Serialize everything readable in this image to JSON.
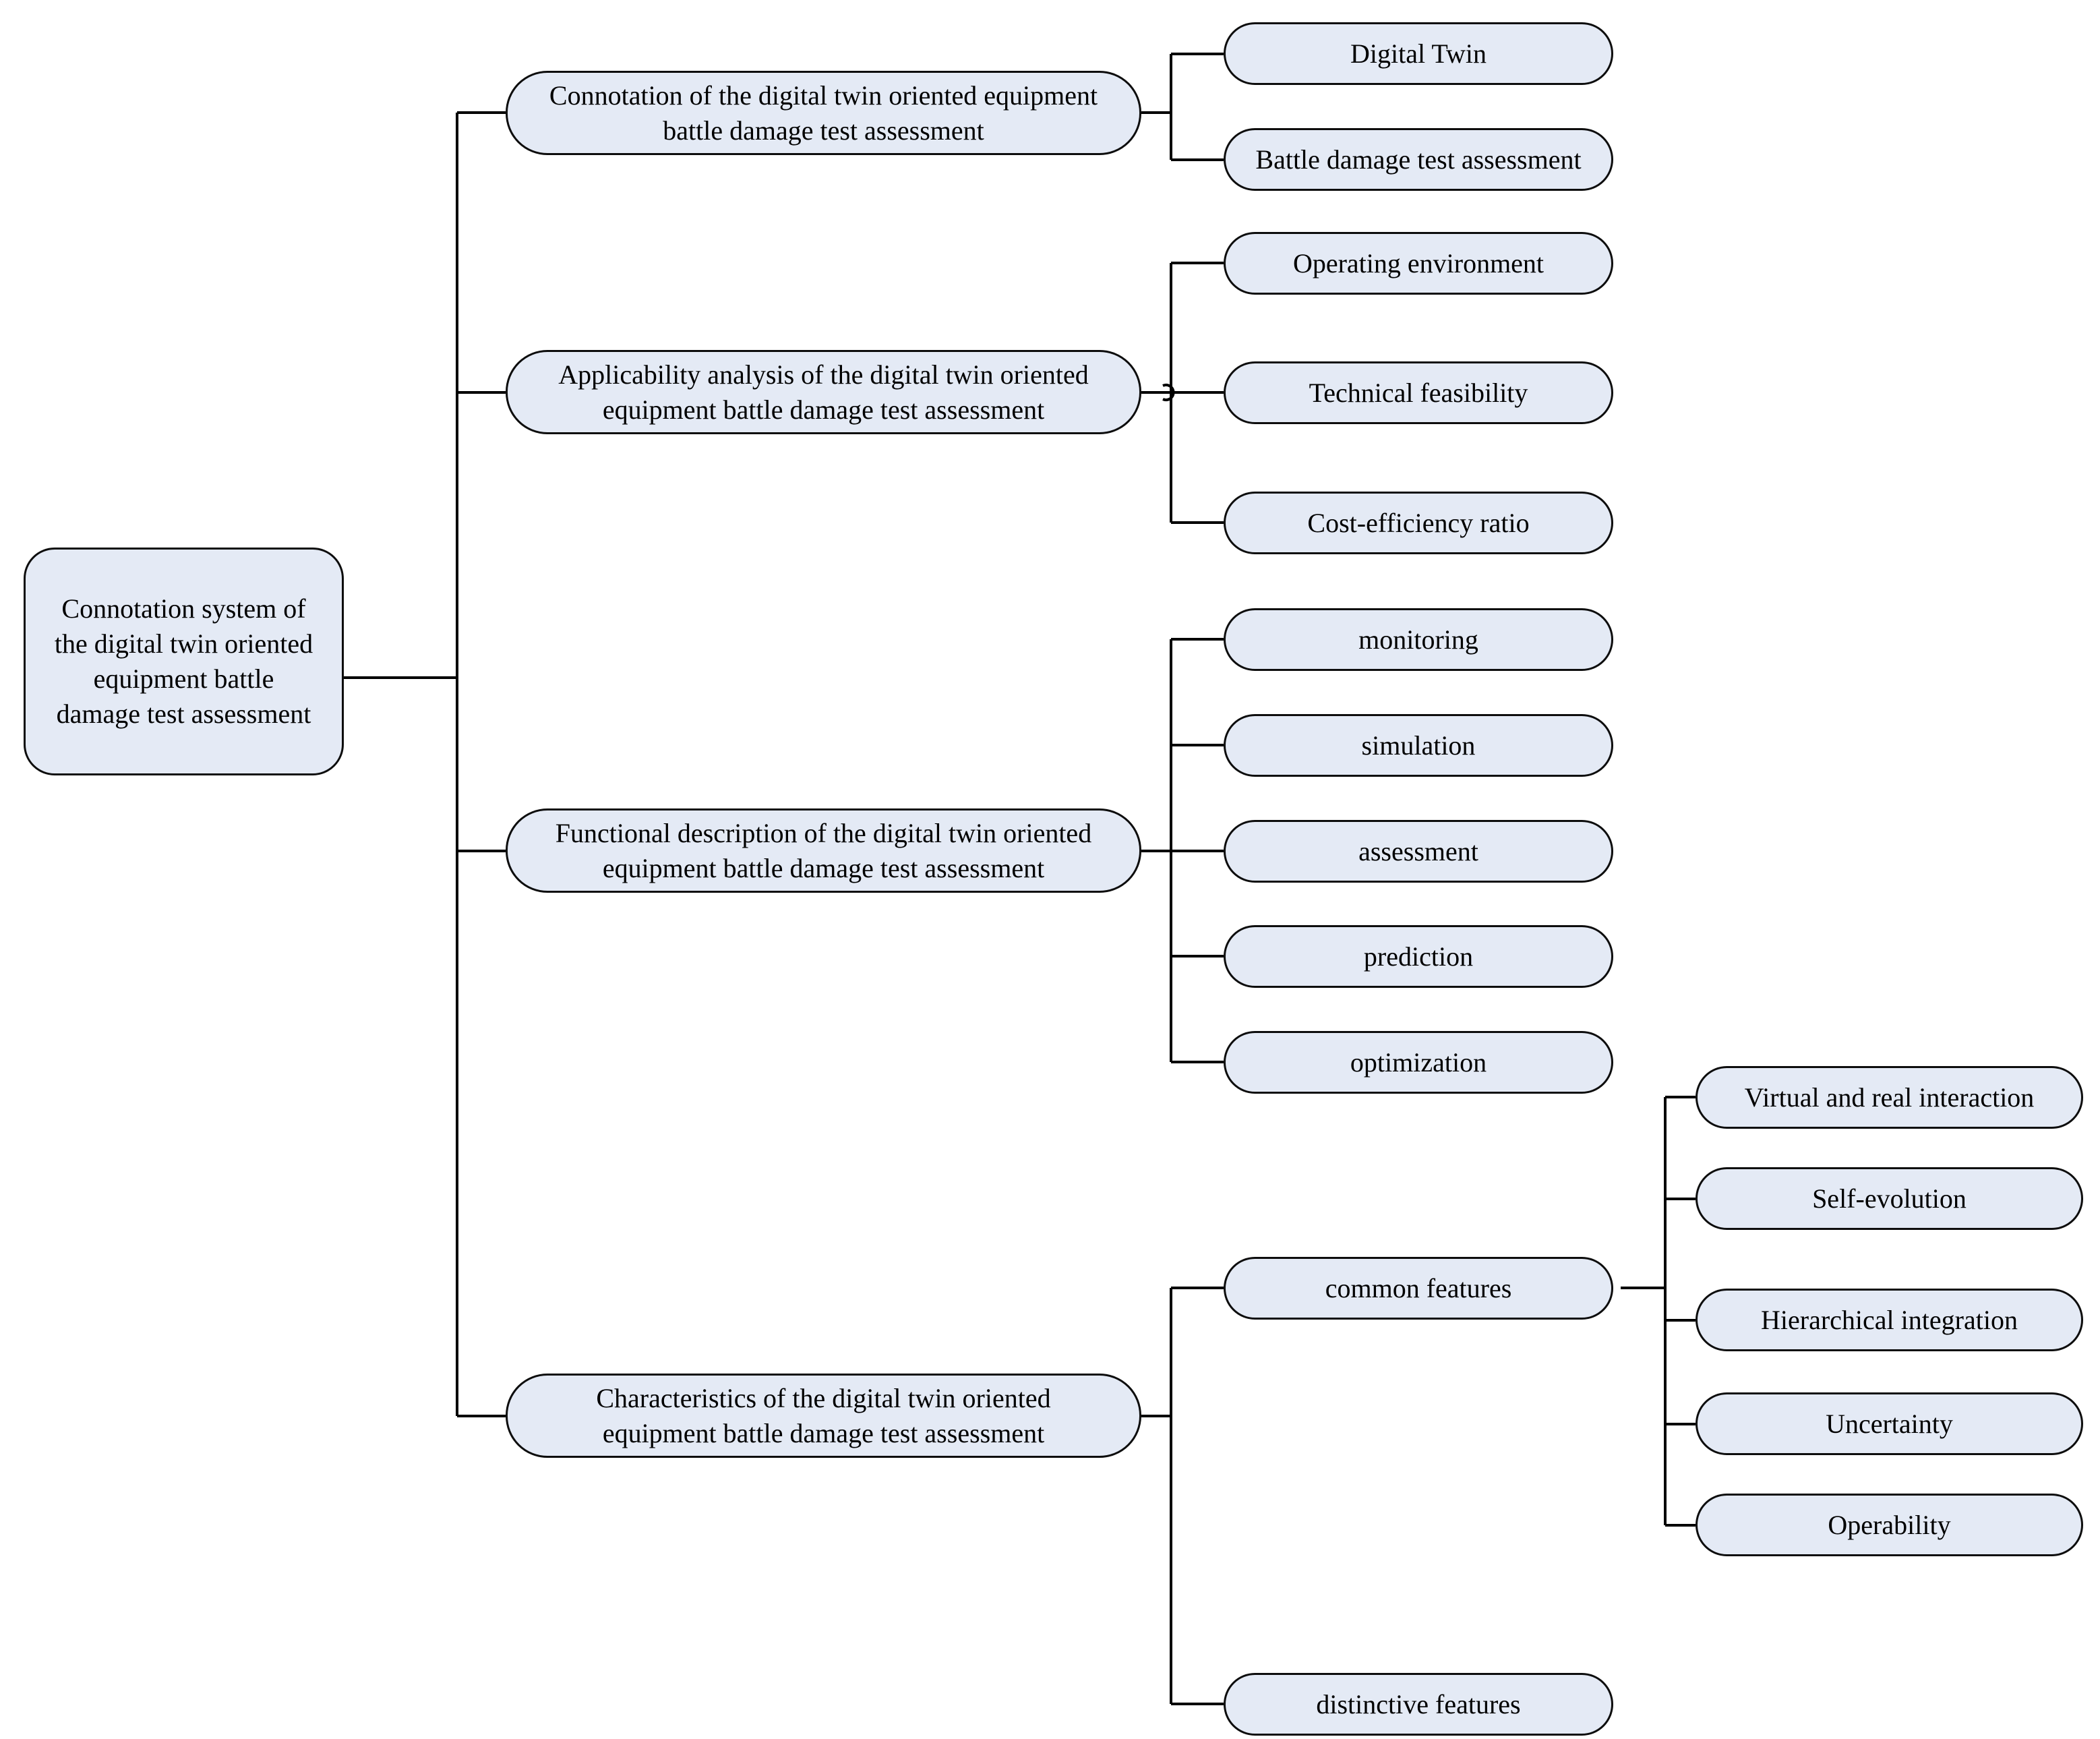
{
  "diagram": {
    "type": "tree",
    "orientation": "left-to-right",
    "colors": {
      "node_fill": "#e4eaf5",
      "node_stroke": "#0d0d0d",
      "edge_stroke": "#000000",
      "background": "#ffffff",
      "text": "#000000"
    },
    "root": {
      "label": "Connotation system of\nthe digital twin oriented\nequipment battle\ndamage test assessment"
    },
    "branches": [
      {
        "label": "Connotation of the digital twin oriented equipment\nbattle damage test assessment",
        "children": [
          {
            "label": "Digital Twin"
          },
          {
            "label": "Battle damage test assessment"
          }
        ]
      },
      {
        "label": "Applicability analysis of the digital twin oriented\nequipment battle damage test assessment",
        "children": [
          {
            "label": "Operating environment"
          },
          {
            "label": "Technical feasibility"
          },
          {
            "label": "Cost-efficiency ratio"
          }
        ]
      },
      {
        "label": "Functional description of the digital twin oriented\nequipment battle damage test assessment",
        "children": [
          {
            "label": "monitoring"
          },
          {
            "label": "simulation"
          },
          {
            "label": "assessment"
          },
          {
            "label": "prediction"
          },
          {
            "label": "optimization"
          }
        ]
      },
      {
        "label": "Characteristics of the digital twin oriented\nequipment battle damage test assessment",
        "children": [
          {
            "label": "common features",
            "children": [
              {
                "label": "Virtual and real interaction"
              },
              {
                "label": "Self-evolution"
              },
              {
                "label": "Hierarchical integration"
              },
              {
                "label": "Uncertainty"
              },
              {
                "label": "Operability"
              }
            ]
          },
          {
            "label": "distinctive features"
          }
        ]
      }
    ]
  }
}
